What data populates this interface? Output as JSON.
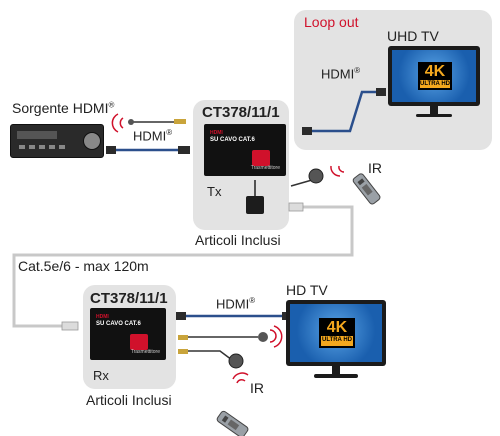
{
  "loop_out": {
    "title": "Loop out",
    "tv_label": "UHD TV",
    "hdmi": "HDMI",
    "reg": "®"
  },
  "source": {
    "label": "Sorgente HDMI",
    "reg": "®",
    "hdmi": "HDMI",
    "hdmi_reg": "®"
  },
  "tx": {
    "model": "CT378/11/1",
    "tag": "Tx",
    "included": "Articoli Inclusi",
    "box_line1": "HDMI",
    "box_line2": "SU CAVO CAT.6",
    "box_caption": "Trasmettitore",
    "ir": "IR"
  },
  "cable": {
    "label": "Cat.5e/6 - max 120m"
  },
  "rx": {
    "model": "CT378/11/1",
    "tag": "Rx",
    "included": "Articoli Inclusi",
    "box_line1": "HDMI",
    "box_line2": "SU CAVO CAT.6",
    "box_caption": "Trasmettitore",
    "hdmi": "HDMI",
    "reg": "®",
    "tv_label": "HD TV",
    "ir": "IR"
  },
  "badge": {
    "k": "4K",
    "u": "ULTRA HD"
  },
  "colors": {
    "accent_red": "#d0112b",
    "panel_gray": "#e3e3e3",
    "cable_blue": "#2b4f8c",
    "cat_cable": "#c8c8c8"
  }
}
